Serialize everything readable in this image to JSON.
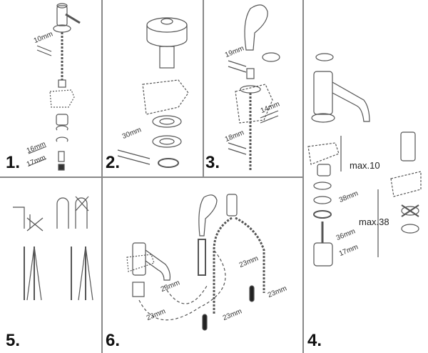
{
  "steps": {
    "s1": "1.",
    "s2": "2.",
    "s3": "3.",
    "s4": "4.",
    "s5": "5.",
    "s6": "6."
  },
  "panel1": {
    "wrench_a": "10mm",
    "wrench_b": "16mm",
    "wrench_c": "17mm"
  },
  "panel2": {
    "wrench_a": "30mm"
  },
  "panel3": {
    "wrench_a": "19mm",
    "wrench_b": "14mm",
    "wrench_c": "18mm"
  },
  "panel4": {
    "max_a": "max.10",
    "wrench_a": "38mm",
    "max_b": "max.38",
    "wrench_b": "36mm",
    "wrench_c": "17mm"
  },
  "panel6": {
    "wrench_a": "23mm",
    "wrench_b": "23mm",
    "wrench_c": "23mm",
    "wrench_d": "23mm",
    "wrench_e": "23mm"
  },
  "colors": {
    "line": "#555555",
    "border": "#888888"
  }
}
